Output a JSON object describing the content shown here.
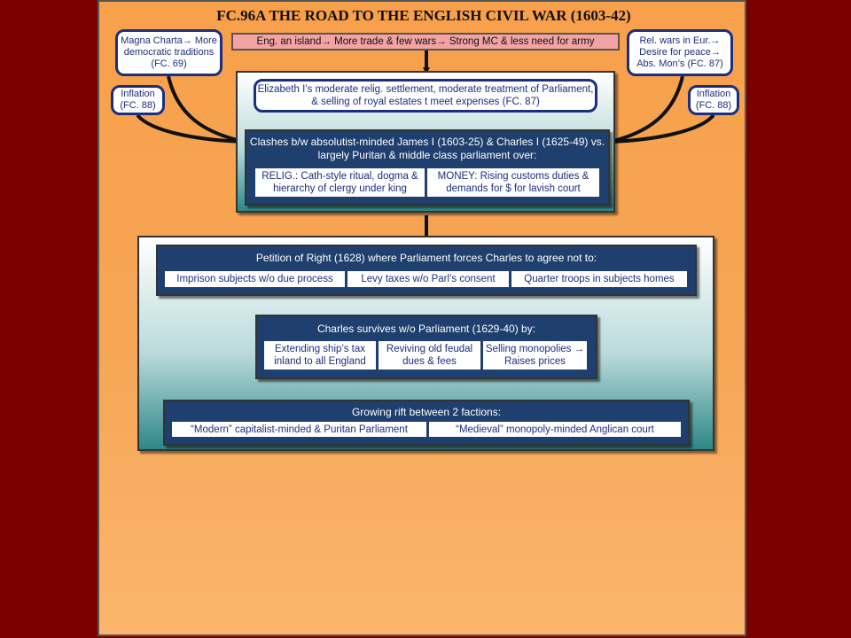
{
  "title": "FC.96A THE ROAD TO THE ENGLISH CIVIL WAR (1603-42)",
  "top_box": "Eng. an island→ More trade & few wars→ Strong MC & less need for army",
  "left_boxes": [
    "Magna Charta→ More democratic traditions (FC. 69)",
    "Inflation (FC. 88)"
  ],
  "right_boxes": [
    "Rel. wars in Eur.→ Desire for peace→ Abs. Mon’s (FC. 87)",
    "Inflation (FC. 88)"
  ],
  "elizabeth": "Elizabeth I’s moderate relig. settlement, moderate treatment of Parliament, & selling of royal estates t meet expenses (FC. 87)",
  "clashes": {
    "header": "Clashes b/w absolutist-minded James I (1603-25) & Charles I (1625-49) vs. largely Puritan & middle class parliament over:",
    "items": [
      "RELIG.: Cath-style ritual, dogma & hierarchy of clergy under king",
      "MONEY: Rising customs duties & demands for $ for lavish court"
    ]
  },
  "petition": {
    "header": "Petition of Right (1628) where Parliament forces Charles to agree not to:",
    "items": [
      "Imprison subjects w/o due process",
      "Levy taxes w/o Parl’s consent",
      "Quarter troops in subjects homes"
    ]
  },
  "survives": {
    "header": "Charles survives w/o Parliament (1629-40) by:",
    "items": [
      "Extending ship’s tax inland to all England",
      "Reviving old feudal dues & fees",
      "Selling monopolies → Raises prices"
    ]
  },
  "rift": {
    "header": "Growing rift between 2 factions:",
    "items": [
      "“Modern” capitalist-minded & Puritan Parliament",
      "“Medieval” monopoly-minded Anglican court"
    ]
  }
}
